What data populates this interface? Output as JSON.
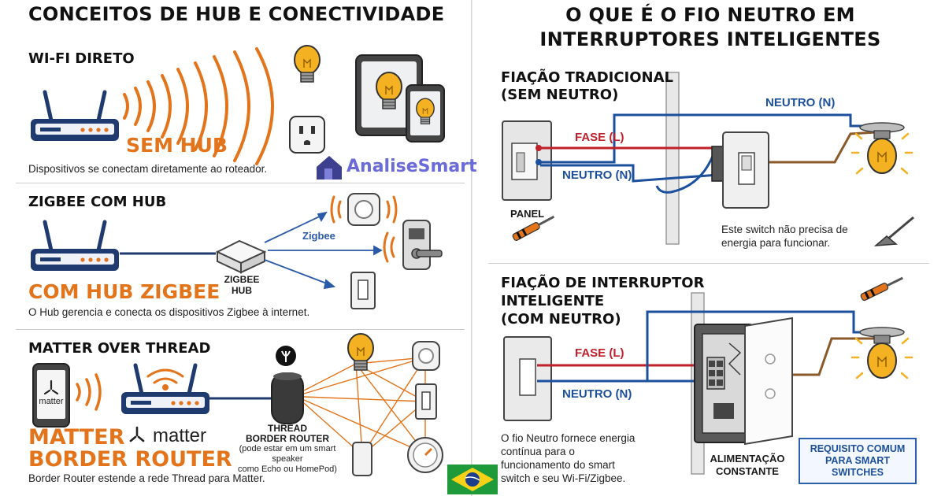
{
  "left": {
    "title": "CONCEITOS DE HUB E CONECTIVIDADE",
    "wifi": {
      "heading": "WI-FI DIRETO",
      "badge": "SEM HUB",
      "caption": "Dispositivos se conectam diretamente ao roteador."
    },
    "zigbee": {
      "heading": "ZIGBEE COM HUB",
      "link_label": "Zigbee",
      "hub_label_1": "ZIGBEE",
      "hub_label_2": "HUB",
      "badge": "COM HUB ZIGBEE",
      "caption": "O Hub gerencia e conecta os dispositivos Zigbee à internet."
    },
    "matter": {
      "heading": "MATTER OVER THREAD",
      "phone_logo": "matter",
      "badge_1": "MATTER",
      "badge_logo": "matter",
      "badge_2": "BORDER ROUTER",
      "router_label_1": "THREAD",
      "router_label_2": "BORDER ROUTER",
      "router_note_1": "(pode estar em um smart speaker",
      "router_note_2": "como Echo ou HomePod)",
      "caption": "Border Router estende a rede Thread para Matter."
    }
  },
  "watermark": "AnaliseSmart",
  "right": {
    "title_1": "O QUE É O FIO NEUTRO EM",
    "title_2": "INTERRUPTORES INTELIGENTES",
    "traditional": {
      "heading_1": "FIAÇÃO TRADICIONAL",
      "heading_2": "(SEM NEUTRO)",
      "neutral_top": "NEUTRO (N)",
      "phase": "FASE (L)",
      "neutral": "NEUTRO (N)",
      "panel": "PANEL",
      "note_1": "Este switch não precisa de",
      "note_2": "energia para funcionar."
    },
    "smart": {
      "heading_1": "FIAÇÃO DE INTERRUPTOR",
      "heading_2": "INTELIGENTE",
      "heading_3": "(COM NEUTRO)",
      "phase": "FASE (L)",
      "neutral": "NEUTRO (N)",
      "note_1": "O fio Neutro fornece energia",
      "note_2": "contínua para o",
      "note_3": "funcionamento do smart",
      "note_4": "switch e seu Wi-Fi/Zigbee.",
      "power_1": "ALIMENTAÇÃO",
      "power_2": "CONSTANTE",
      "req_1": "REQUISITO COMUM",
      "req_2": "PARA SMART",
      "req_3": "SWITCHES"
    }
  },
  "colors": {
    "orange": "#e3741b",
    "phase_red": "#c0202a",
    "neutral_blue": "#1c4f9c",
    "router_navy": "#1e3a6e",
    "bulb_yellow": "#f4b223"
  },
  "icons": [
    "router-icon",
    "wifi-waves-icon",
    "bulb-icon",
    "smart-plug-icon",
    "tablet-icon",
    "phone-icon",
    "zigbee-hub-icon",
    "motion-sensor-icon",
    "smart-lock-icon",
    "wall-switch-icon",
    "smart-speaker-icon",
    "thermostat-icon",
    "screwdriver-icon",
    "brazil-flag-icon",
    "house-logo-icon"
  ]
}
